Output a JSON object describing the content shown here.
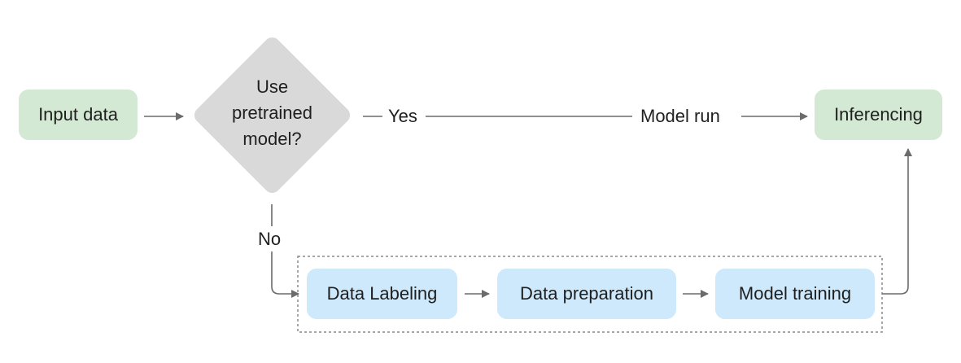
{
  "nodes": {
    "input": "Input data",
    "decision_lines": [
      "Use",
      "pretrained",
      "model?"
    ],
    "inferencing": "Inferencing",
    "labeling": "Data Labeling",
    "preparation": "Data preparation",
    "training": "Model training"
  },
  "edges": {
    "yes": "Yes",
    "model_run": "Model run",
    "no": "No"
  },
  "colors": {
    "input_fill": "#d3e9d3",
    "process_fill": "#cde9fb",
    "decision_fill": "#d9d9d9",
    "arrow": "#6b6b6b"
  }
}
